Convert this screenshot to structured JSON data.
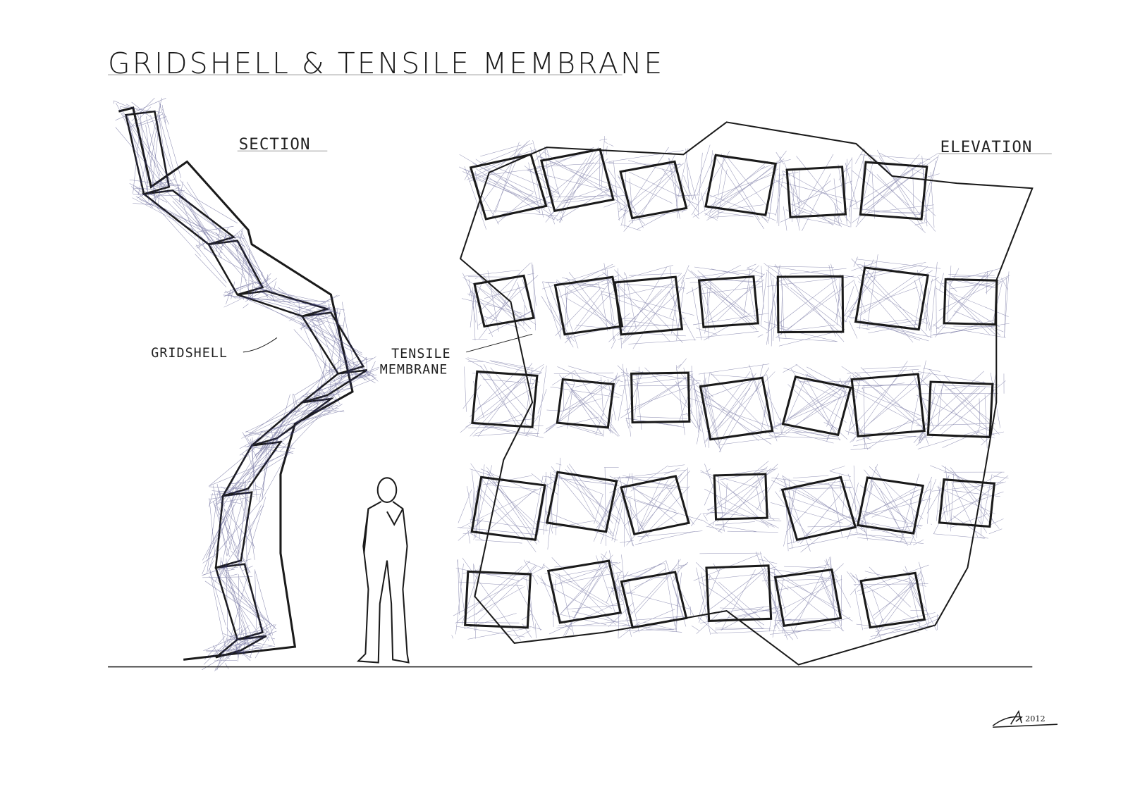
{
  "title": "GRIDSHELL & TENSILE MEMBRANE",
  "labels": {
    "section": "SECTION",
    "elevation": "ELEVATION",
    "gridshell": "GRIDSHELL",
    "tensile_line1": "TENSILE",
    "tensile_line2": "MEMBRANE"
  },
  "signature": "A 2012",
  "colors": {
    "ink": "#1a1a1a",
    "hatch": "#3a3a7a"
  }
}
